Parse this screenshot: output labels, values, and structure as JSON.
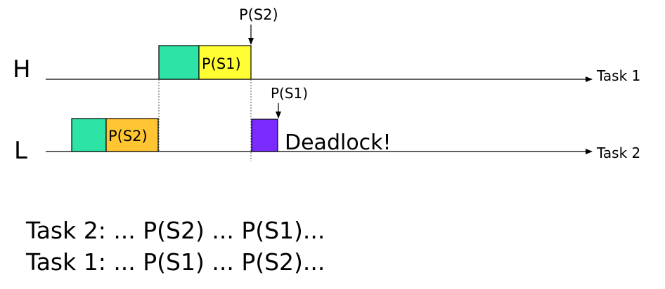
{
  "rows": {
    "high": {
      "label": "H",
      "task_label": "Task 1"
    },
    "low": {
      "label": "L",
      "task_label": "Task 2"
    }
  },
  "blocks": {
    "high_lock": {
      "label": "P(S1)",
      "color": "#ffff33"
    },
    "low_lock": {
      "label": "P(S2)",
      "color": "#ffc533"
    },
    "high_exec_color": "#2ee3a6",
    "low_exec_color": "#2ee3a6",
    "blocked_color": "#7a2cff"
  },
  "annotations": {
    "high_request": "P(S2)",
    "low_request": "P(S1)",
    "deadlock": "Deadlock!"
  },
  "code_lines": {
    "task2": "Task 2: ... P(S2) ... P(S1)...",
    "task1": "Task 1: ... P(S1) ... P(S2)..."
  }
}
